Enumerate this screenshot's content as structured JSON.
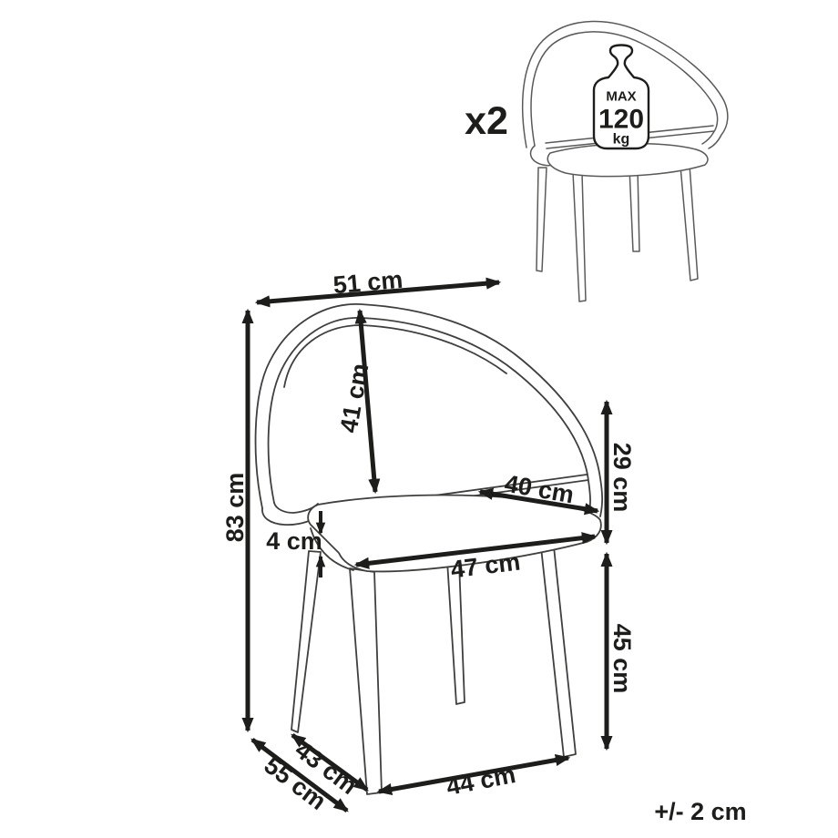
{
  "quantity_label": "x2",
  "tolerance_label": "+/- 2 cm",
  "weight_limit": {
    "max": "MAX",
    "value": "120",
    "unit": "kg"
  },
  "dimensions": {
    "overall_width": "51 cm",
    "overall_height": "83 cm",
    "backrest_inner_height": "41 cm",
    "backrest_above_seat": "29 cm",
    "seat_depth": "40 cm",
    "cushion_thickness": "4 cm",
    "seat_width": "47 cm",
    "leg_height": "45 cm",
    "lower_depth": "43 cm",
    "overall_depth": "55 cm",
    "base_width": "44 cm"
  },
  "colors": {
    "ink": "#1d1d1b",
    "outline": "#3f3f3e",
    "background": "#ffffff"
  }
}
